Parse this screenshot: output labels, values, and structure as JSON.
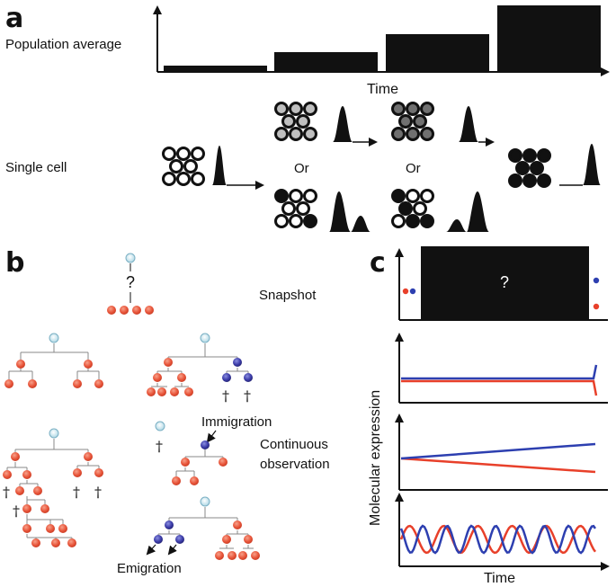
{
  "panels": {
    "a": "a",
    "b": "b",
    "c": "c"
  },
  "panel_a": {
    "population_label": "Population average",
    "time_label": "Time",
    "single_cell_label": "Single cell",
    "or_1": "Or",
    "or_2": "Or"
  },
  "panel_b": {
    "snapshot_label": "Snapshot",
    "snapshot_question": "?",
    "immigration_label": "Immigration",
    "continuous_label_1": "Continuous",
    "continuous_label_2": "observation",
    "emigration_label": "Emigration",
    "dagger": "†"
  },
  "panel_c": {
    "question": "?",
    "ylabel": "Molecular expression",
    "xlabel": "Time"
  },
  "colors": {
    "red_cell": "#e8553a",
    "blue_cell": "#3b3ba8",
    "light_blue_cell": "#9fd0e0",
    "red_line": "#e8402a",
    "blue_line": "#2d3fb0",
    "black": "#111111"
  }
}
